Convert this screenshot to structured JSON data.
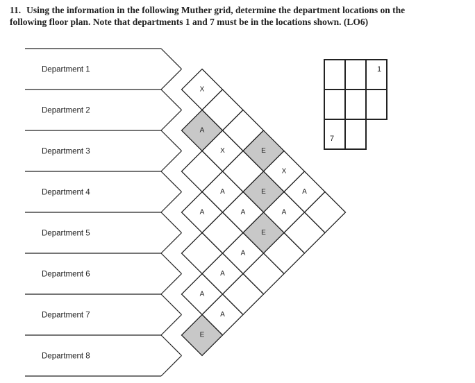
{
  "question": {
    "number": "11.",
    "line1": "Using the information in the following Muther grid, determine the department locations on the",
    "line2": "following floor plan. Note that departments 1 and 7 must be in the locations shown. (LO6)"
  },
  "departments": [
    "Department 1",
    "Department 2",
    "Department 3",
    "Department 4",
    "Department 5",
    "Department 6",
    "Department 7",
    "Department 8"
  ],
  "relationships": [
    {
      "pair": [
        1,
        2
      ],
      "code": "X",
      "shaded": false
    },
    {
      "pair": [
        1,
        3
      ],
      "code": "",
      "shaded": false
    },
    {
      "pair": [
        1,
        4
      ],
      "code": "",
      "shaded": false
    },
    {
      "pair": [
        1,
        5
      ],
      "code": "E",
      "shaded": true
    },
    {
      "pair": [
        1,
        6
      ],
      "code": "X",
      "shaded": false
    },
    {
      "pair": [
        1,
        7
      ],
      "code": "A",
      "shaded": false
    },
    {
      "pair": [
        1,
        8
      ],
      "code": "",
      "shaded": false
    },
    {
      "pair": [
        2,
        3
      ],
      "code": "A",
      "shaded": true
    },
    {
      "pair": [
        2,
        4
      ],
      "code": "X",
      "shaded": false
    },
    {
      "pair": [
        2,
        5
      ],
      "code": "",
      "shaded": false
    },
    {
      "pair": [
        2,
        6
      ],
      "code": "E",
      "shaded": true
    },
    {
      "pair": [
        2,
        7
      ],
      "code": "A",
      "shaded": false
    },
    {
      "pair": [
        2,
        8
      ],
      "code": "",
      "shaded": false
    },
    {
      "pair": [
        3,
        4
      ],
      "code": "",
      "shaded": false
    },
    {
      "pair": [
        3,
        5
      ],
      "code": "A",
      "shaded": false
    },
    {
      "pair": [
        3,
        6
      ],
      "code": "A",
      "shaded": false
    },
    {
      "pair": [
        3,
        7
      ],
      "code": "E",
      "shaded": true
    },
    {
      "pair": [
        3,
        8
      ],
      "code": "",
      "shaded": false
    },
    {
      "pair": [
        4,
        5
      ],
      "code": "A",
      "shaded": false
    },
    {
      "pair": [
        4,
        6
      ],
      "code": "",
      "shaded": false
    },
    {
      "pair": [
        4,
        7
      ],
      "code": "A",
      "shaded": false
    },
    {
      "pair": [
        4,
        8
      ],
      "code": "",
      "shaded": false
    },
    {
      "pair": [
        5,
        6
      ],
      "code": "",
      "shaded": false
    },
    {
      "pair": [
        5,
        7
      ],
      "code": "A",
      "shaded": false
    },
    {
      "pair": [
        5,
        8
      ],
      "code": "",
      "shaded": false
    },
    {
      "pair": [
        6,
        7
      ],
      "code": "A",
      "shaded": false
    },
    {
      "pair": [
        6,
        8
      ],
      "code": "A",
      "shaded": false
    },
    {
      "pair": [
        7,
        8
      ],
      "code": "E",
      "shaded": true
    }
  ],
  "floor_plan": {
    "rows": [
      [
        "",
        "",
        "1"
      ],
      [
        "",
        "",
        ""
      ],
      [
        "7",
        ""
      ]
    ]
  },
  "colors": {
    "shade": "#c8c8c8",
    "line": "#222222"
  }
}
